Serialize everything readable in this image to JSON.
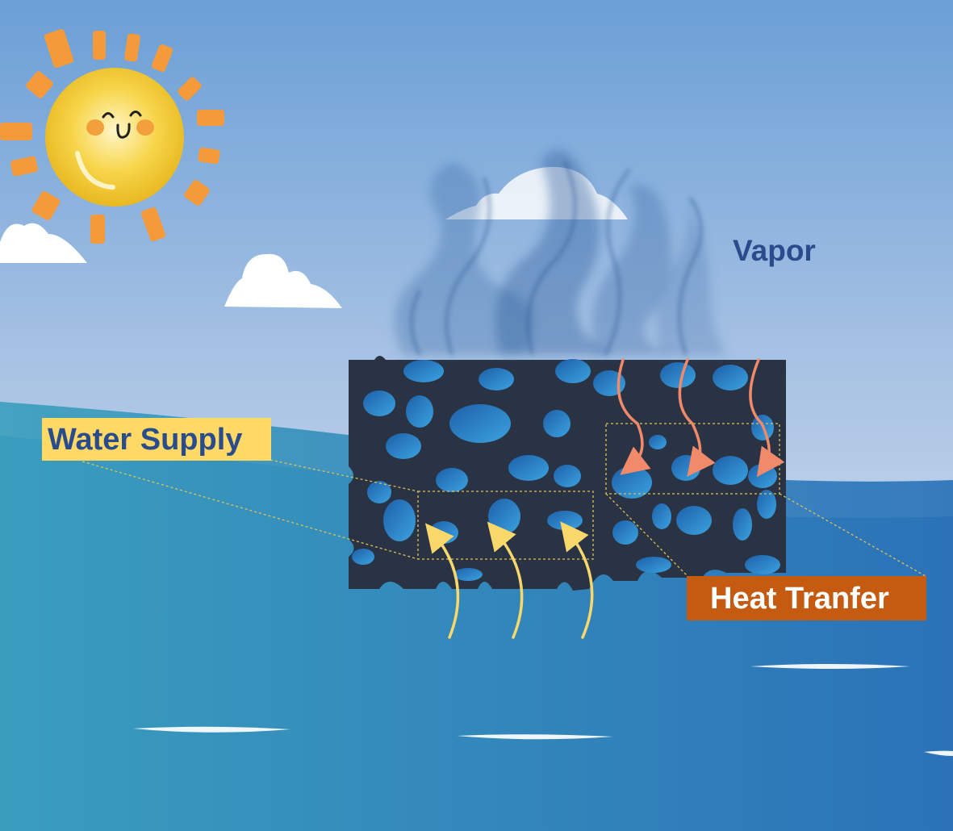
{
  "labels": {
    "vapor": "Vapor",
    "water_supply": "Water Supply",
    "heat_transfer": "Heat Tranfer"
  },
  "colors": {
    "sky_top": "#6B9FD6",
    "sky_bottom": "#E3EAF3",
    "sea_left": "#3A9DBE",
    "sea_right": "#2B72B8",
    "material": "#2A3344",
    "pore": "#2E86CF",
    "sun": "#F5CE3A",
    "sun_rays": "#F59A3A",
    "water_arrows": "#F8D86A",
    "heat_arrows": "#F08A6A",
    "vapor_label": "#2B4C8C",
    "water_box": "#FFD966",
    "heat_box": "#C55A11"
  },
  "icons": {
    "sun": "smiling-sun-icon",
    "cloud": "cloud-icon",
    "vapor": "vapor-plume"
  }
}
